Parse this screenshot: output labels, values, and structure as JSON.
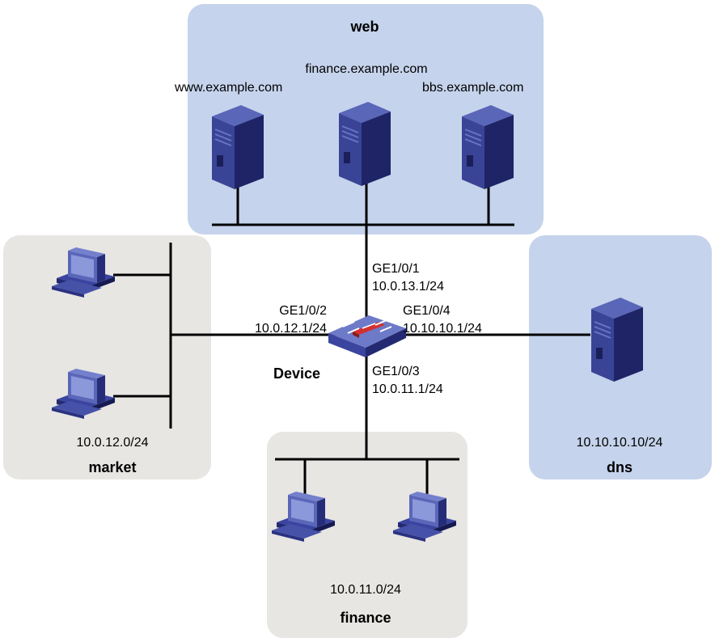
{
  "zones": {
    "web": {
      "title": "web",
      "servers": [
        {
          "hostname": "www.example.com"
        },
        {
          "hostname": "finance.example.com"
        },
        {
          "hostname": "bbs.example.com"
        }
      ],
      "color": "#c5d3ec"
    },
    "market": {
      "title": "market",
      "subnet": "10.0.12.0/24",
      "color": "#e8e6e3"
    },
    "finance": {
      "title": "finance",
      "subnet": "10.0.11.0/24",
      "color": "#e8e6e3"
    },
    "dns": {
      "title": "dns",
      "address": "10.10.10.10/24",
      "color": "#c5d3ec"
    }
  },
  "device": {
    "label": "Device",
    "interfaces": {
      "ge1": {
        "name": "GE1/0/1",
        "ip": "10.0.13.1/24"
      },
      "ge2": {
        "name": "GE1/0/2",
        "ip": "10.0.12.1/24"
      },
      "ge3": {
        "name": "GE1/0/3",
        "ip": "10.0.11.1/24"
      },
      "ge4": {
        "name": "GE1/0/4",
        "ip": "10.10.10.1/24"
      }
    }
  },
  "icons": {
    "server": "server-icon",
    "pc": "pc-icon",
    "firewall": "firewall-icon"
  }
}
